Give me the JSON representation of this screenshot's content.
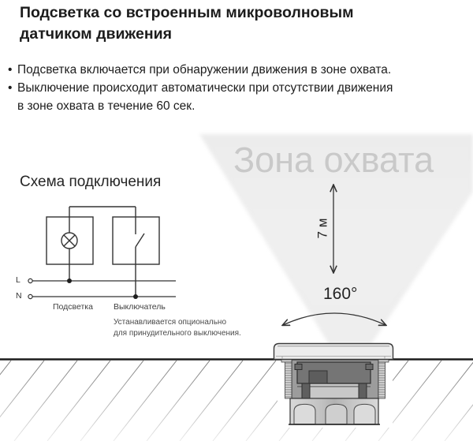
{
  "header": {
    "title_lines": [
      "Подсветка со встроенным микроволновым",
      "датчиком движения"
    ],
    "bullet_char": "•",
    "bullets": [
      {
        "lines": [
          "Подсветка включается при обнаружении движения в зоне охвата."
        ]
      },
      {
        "lines": [
          "Выключение происходит автоматически при отсутствии движения",
          "в зоне охвата в течение 60 сек."
        ]
      }
    ]
  },
  "wiring": {
    "heading": "Схема подключения",
    "terminal_l": "L",
    "terminal_n": "N",
    "lamp_label": "Подсветка",
    "switch_label": "Выключатель",
    "switch_note_lines": [
      "Устанавливается опционально",
      "для принудительного выключения."
    ]
  },
  "coverage": {
    "watermark": "Зона охвата",
    "range_label": "7 м",
    "angle_label": "160°"
  },
  "colors": {
    "text": "#1d1d1d",
    "watermark_gray": "#c9c9c9",
    "diagram_line": "#333333",
    "cone_gray": "#ededed"
  }
}
